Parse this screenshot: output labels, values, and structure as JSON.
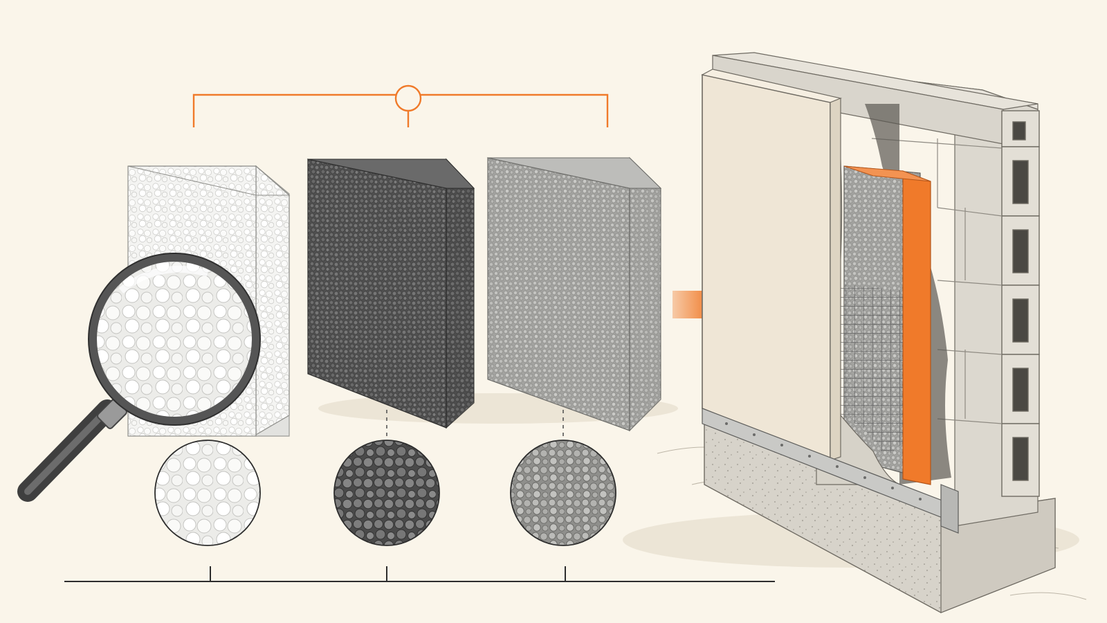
{
  "colors": {
    "background": "#faf5ea",
    "accent_orange": "#f07a2a",
    "ink": "#2d2d2d",
    "white_eps": "#f3f3f1",
    "graphite_eps": "#5f5f5f",
    "grey_eps": "#a9a9a6",
    "render_plaster": "#efe6d6",
    "concrete": "#d9d5cc",
    "mesh": "#6d6d6d"
  },
  "panels": [
    {
      "material": "white-eps-board"
    },
    {
      "material": "graphite-eps-board"
    },
    {
      "material": "grey-eps-board"
    }
  ],
  "icons": [
    "magnifying-glass-icon",
    "arrow-right-icon",
    "bracket-connector-icon"
  ]
}
